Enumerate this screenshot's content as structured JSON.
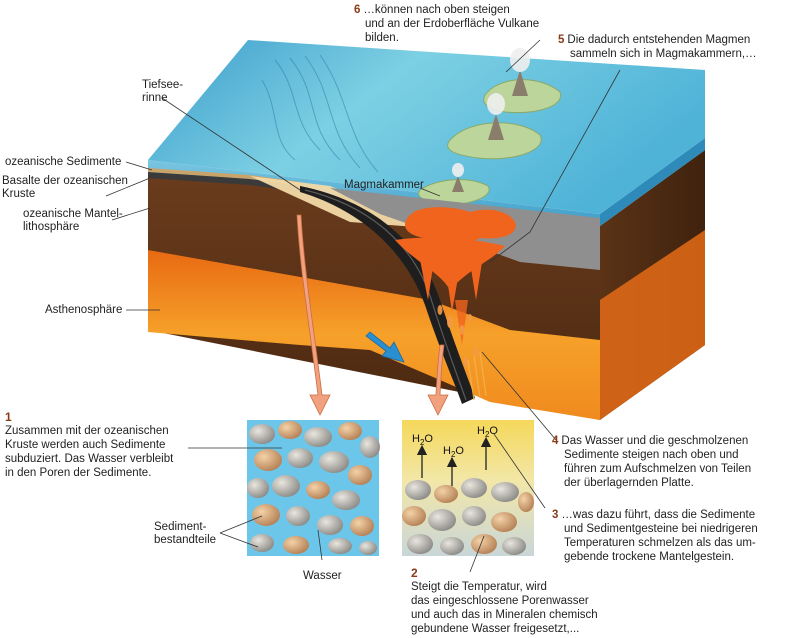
{
  "labels": {
    "tiefseerinne_1": "Tiefsee-",
    "tiefseerinne_2": "rinne",
    "ozean_sedimente": "ozeanische Sedimente",
    "basalte_1": "Basalte der ozeanischen",
    "basalte_2": "Kruste",
    "mantel_1": "ozeanische Mantel-",
    "mantel_2": "lithosphäre",
    "asthenosphaere": "Asthenosphäre",
    "magmakammer": "Magmakammer",
    "sediment_1": "Sediment-",
    "sediment_2": "bestandteile",
    "wasser": "Wasser"
  },
  "h2o": {
    "prefix": "H",
    "sub": "2",
    "suffix": "O"
  },
  "steps": {
    "s1": {
      "num": "1",
      "lines": [
        "Zusammen mit der ozeanischen",
        "Kruste werden auch Sedimente",
        "subduziert. Das Wasser verbleibt",
        "in den Poren der Sedimente."
      ]
    },
    "s2": {
      "num": "2",
      "lines": [
        "Steigt die Temperatur, wird",
        "das eingeschlossene Porenwasser",
        "und auch das in Mineralen chemisch",
        "gebundene Wasser freigesetzt,..."
      ]
    },
    "s3": {
      "num": "3",
      "lines": [
        "…was dazu führt, dass die Sedimente",
        "und Sedimentgesteine bei niedrigeren",
        "Temperaturen schmelzen als das um-",
        "gebende trockene Mantelgestein."
      ]
    },
    "s4": {
      "num": "4",
      "lines": [
        "Das Wasser und die geschmolzenen",
        "Sedimente steigen nach oben und",
        "führen zum Aufschmelzen von Teilen",
        "der überlagernden Platte."
      ]
    },
    "s5": {
      "num": "5",
      "lines": [
        "Die dadurch entstehenden Magmen",
        "sammeln sich in Magmakammern,…"
      ]
    },
    "s6": {
      "num": "6",
      "lines": [
        "…können nach oben steigen",
        "und an der Erdoberfläche Vulkane",
        "bilden."
      ]
    }
  },
  "colors": {
    "ocean_top": "#5fb6d6",
    "ocean_deep": "#2a84b4",
    "land": "#bcd59b",
    "mantle": "#5a3116",
    "asthenosphere": "#f08a1e",
    "magma": "#f0641e",
    "slab": "#1e1e1e",
    "arrow_blue": "#2a8fd0",
    "arrow_salmon": "#f2a17e",
    "accent_number": "#8a3b1a"
  }
}
